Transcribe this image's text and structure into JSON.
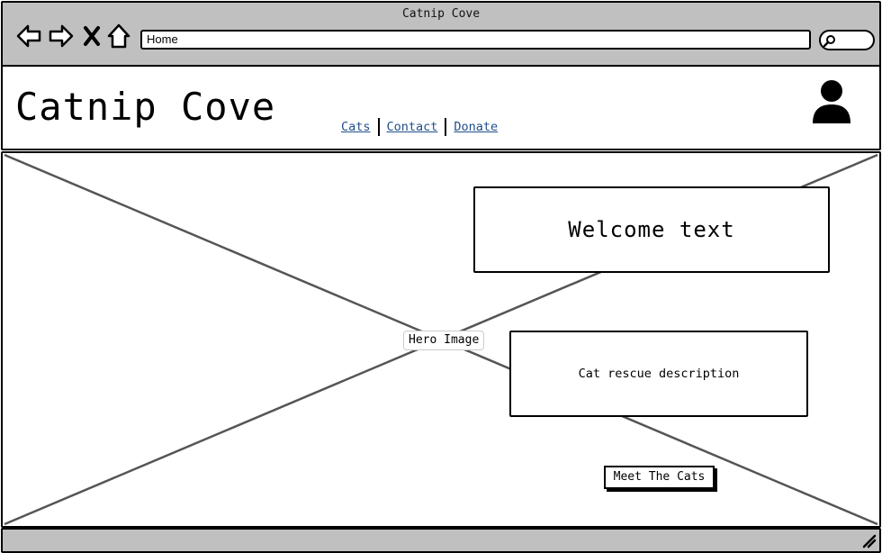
{
  "window": {
    "title": "Catnip Cove"
  },
  "browser": {
    "address": "Home",
    "icons": [
      "back-arrow-icon",
      "forward-arrow-icon",
      "close-icon",
      "home-icon",
      "search-icon"
    ]
  },
  "header": {
    "title": "Catnip Cove",
    "nav": [
      {
        "label": "Cats"
      },
      {
        "label": "Contact"
      },
      {
        "label": "Donate"
      }
    ],
    "user_icon": "user-avatar-icon"
  },
  "hero": {
    "image_label": "Hero Image",
    "welcome": "Welcome text",
    "description": "Cat rescue description",
    "cta": "Meet The Cats"
  },
  "colors": {
    "chrome": "#c0c0c0",
    "link": "#1f4e8c",
    "placeholder_lines": "#555555"
  }
}
